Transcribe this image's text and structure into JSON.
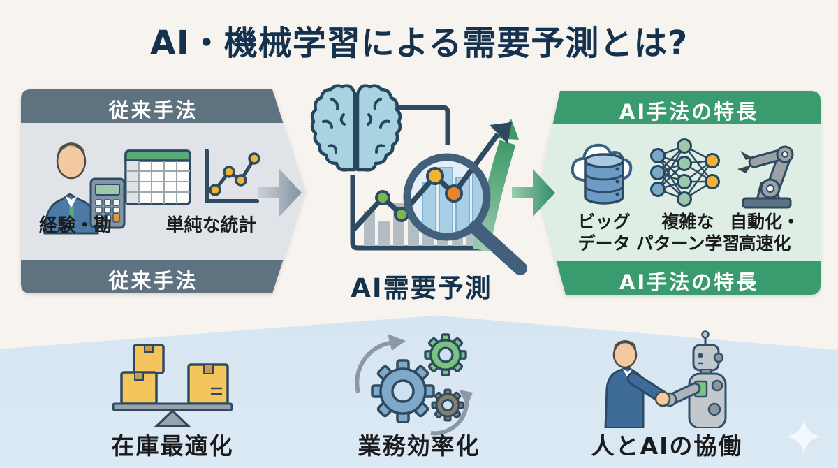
{
  "title": "AI・機械学習による需要予測とは?",
  "left_box": {
    "header": "従来手法",
    "footer": "従来手法",
    "icons": [
      "businessman-calculator-icon",
      "spreadsheet-icon",
      "simple-line-chart-icon"
    ],
    "items": [
      {
        "label": "経験・勘"
      },
      {
        "label": "単純な統計"
      }
    ]
  },
  "center": {
    "label": "AI需要予測",
    "icons": [
      "brain-icon",
      "bar-chart-icon",
      "magnifier-icon",
      "growth-arrow-icon"
    ]
  },
  "right_box": {
    "header": "AI手法の特長",
    "footer": "AI手法の特長",
    "items": [
      {
        "icon": "cloud-database-icon",
        "line1": "ビッグ",
        "line2": "データ"
      },
      {
        "icon": "neural-network-icon",
        "line1": "複雑な",
        "line2": "パターン学習"
      },
      {
        "icon": "robot-arm-icon",
        "line1": "自動化・",
        "line2": "高速化"
      }
    ]
  },
  "benefits": [
    {
      "icon": "inventory-balance-icon",
      "label": "在庫最適化"
    },
    {
      "icon": "gears-icon",
      "label": "業務効率化"
    },
    {
      "icon": "human-robot-handshake-icon",
      "label": "人とAIの協働"
    }
  ],
  "colors": {
    "background": "#f7f4ef",
    "title_navy": "#14324e",
    "slate_header": "#5f7280",
    "slate_body": "#e0e4e8",
    "green_header": "#3a9c6e",
    "green_body": "#dfeee5",
    "blue_band": "#cfe1ee",
    "accent_yellow": "#f2b53c",
    "accent_orange": "#e8842c",
    "accent_green_dot": "#7ab84f",
    "outline_navy": "#2e4a60"
  }
}
